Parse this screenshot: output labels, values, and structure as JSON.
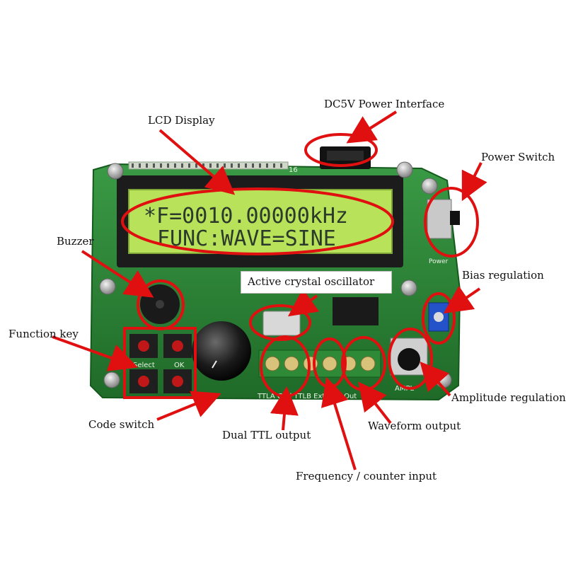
{
  "lcd": {
    "line1": "*F=0010.00000kHz",
    "line2": "FUNC:WAVE=SINE",
    "header_number": "16"
  },
  "silkscreen": {
    "select": "Select",
    "ok": "OK",
    "bottom_left": "TTLA Gnd TTLB Ext Gnd Out",
    "ampl": "AMPL",
    "power": "Power"
  },
  "callouts": {
    "dc_power": "DC5V Power Interface",
    "lcd_display": "LCD Display",
    "power_switch": "Power Switch",
    "buzzer": "Buzzer",
    "bias_regulation": "Bias regulation",
    "active_crystal": "Active crystal oscillator",
    "function_key": "Function key",
    "amplitude_regulation": "Amplitude regulation",
    "code_switch": "Code switch",
    "waveform_output": "Waveform output",
    "dual_ttl": "Dual TTL output",
    "frequency_counter": "Frequency / counter input"
  },
  "colors": {
    "pcb": "#2f8a3a",
    "pcb_dark": "#1f6a28",
    "lcd_bg": "#b7e25a",
    "annotation": "#e01010"
  }
}
